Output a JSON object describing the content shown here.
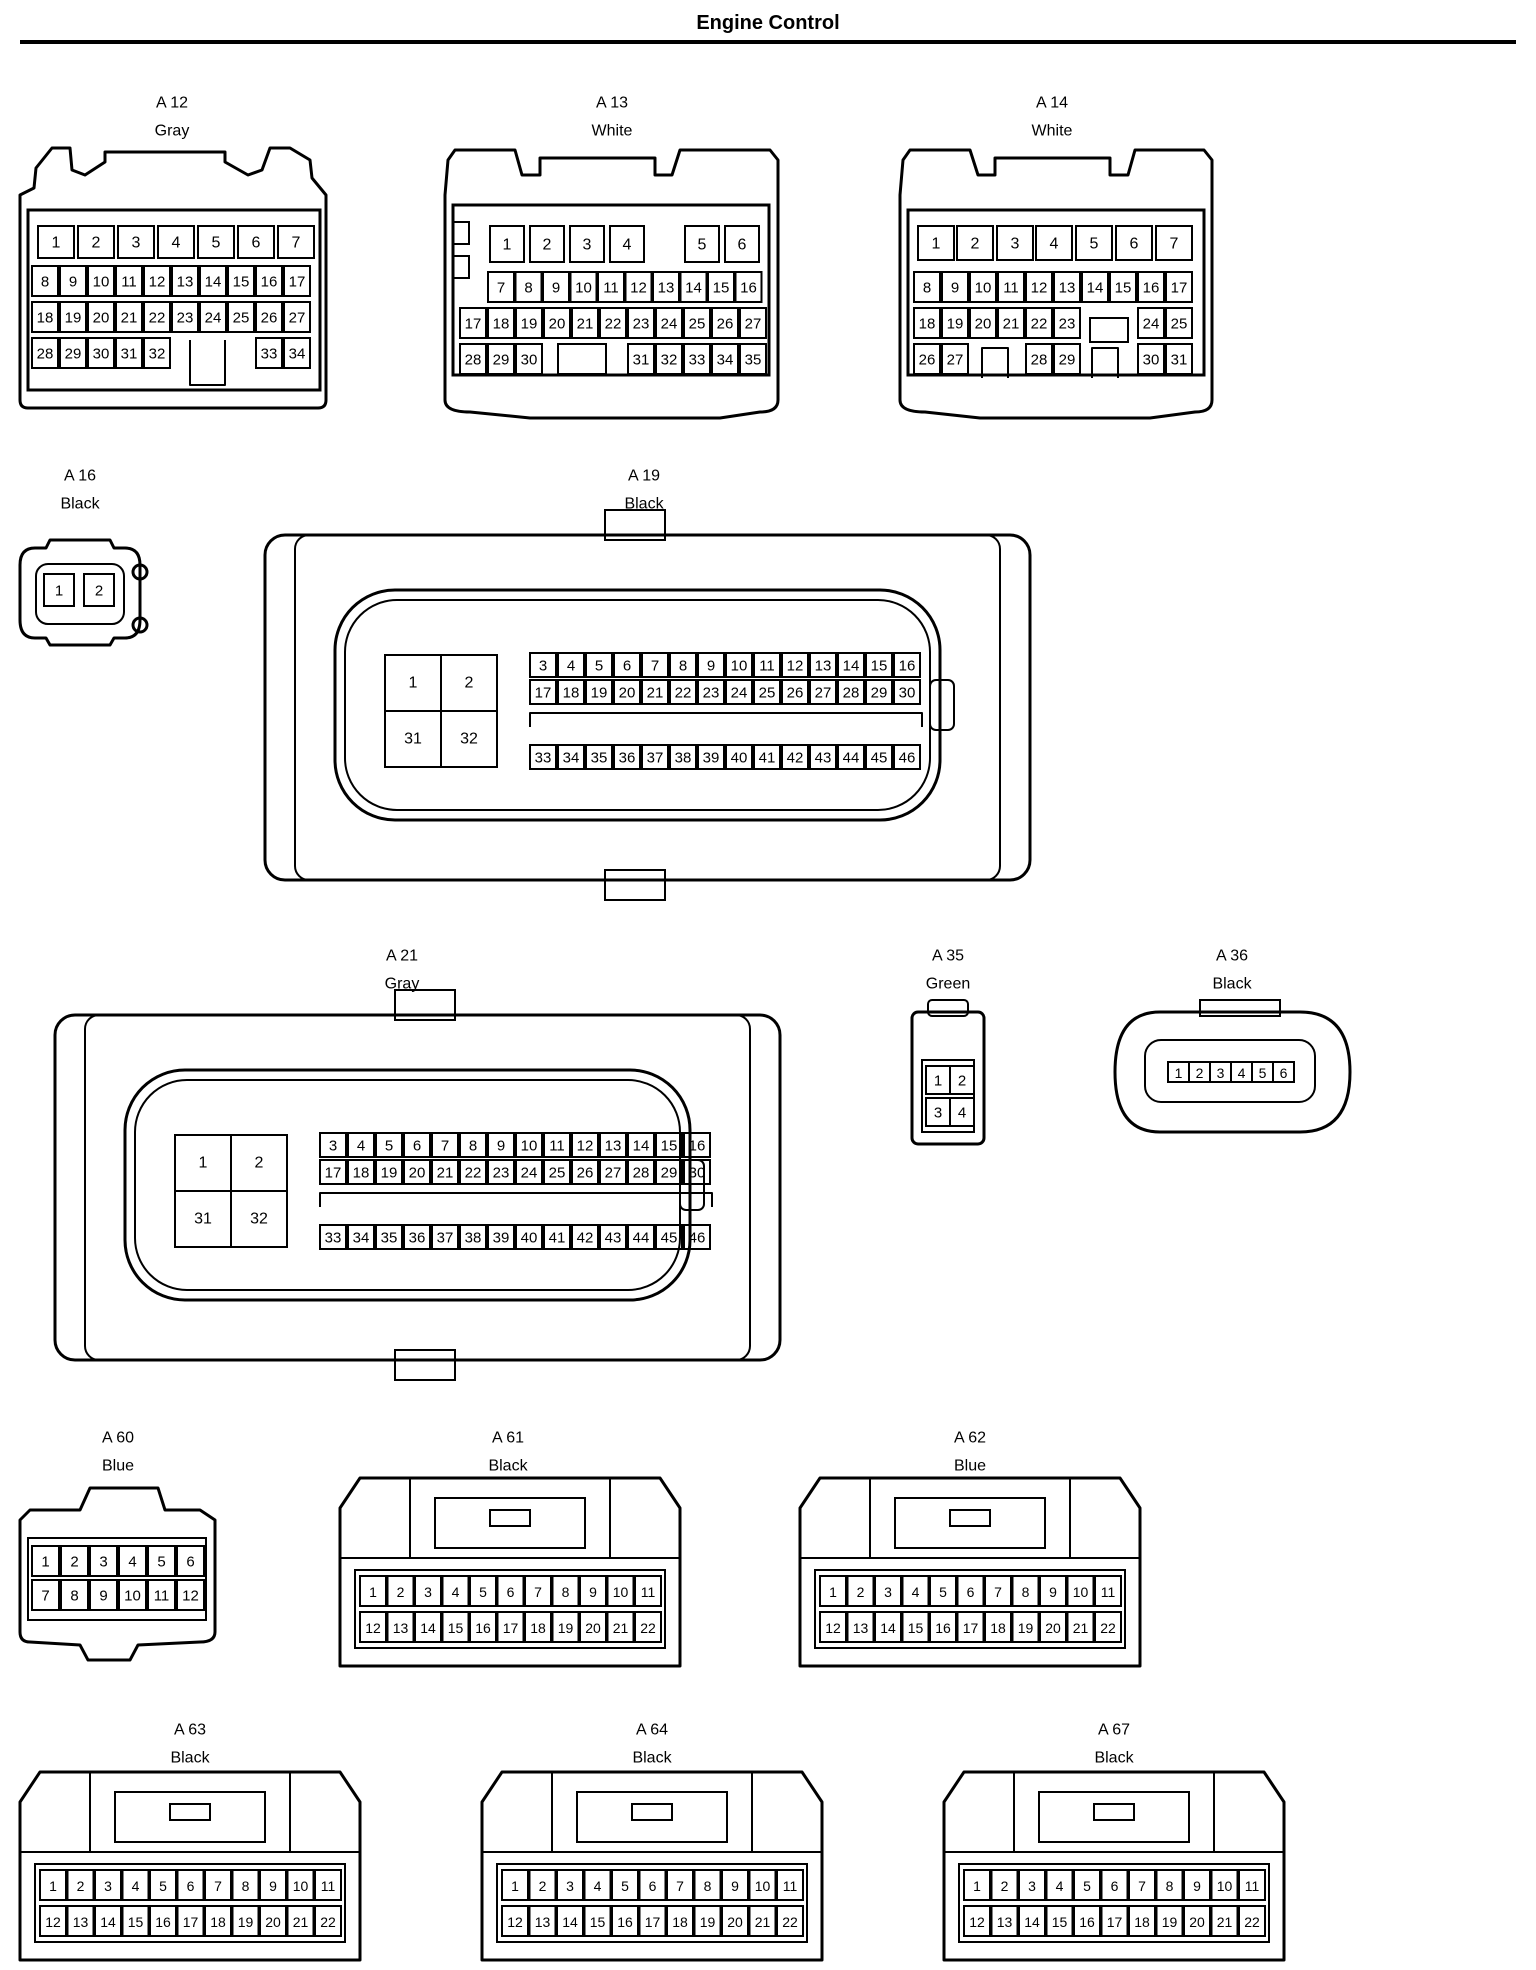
{
  "title": "Engine Control",
  "connectors": [
    {
      "id": "A12",
      "label": "A 12",
      "color": "Gray",
      "rows": [
        [
          "1",
          "2",
          "3",
          "4",
          "5",
          "6",
          "7"
        ],
        [
          "8",
          "9",
          "10",
          "11",
          "12",
          "13",
          "14",
          "15",
          "16",
          "17"
        ],
        [
          "18",
          "19",
          "20",
          "21",
          "22",
          "23",
          "24",
          "25",
          "26",
          "27"
        ],
        [
          "28",
          "29",
          "30",
          "31",
          "32",
          "",
          "",
          "",
          "33",
          "34"
        ]
      ]
    },
    {
      "id": "A13",
      "label": "A 13",
      "color": "White",
      "rows": [
        [
          "1",
          "2",
          "3",
          "4",
          "",
          "5",
          "6"
        ],
        [
          "7",
          "8",
          "9",
          "10",
          "11",
          "12",
          "13",
          "14",
          "15",
          "16"
        ],
        [
          "17",
          "18",
          "19",
          "20",
          "21",
          "22",
          "23",
          "24",
          "25",
          "26",
          "27"
        ],
        [
          "28",
          "29",
          "30",
          "",
          "",
          "",
          "31",
          "32",
          "33",
          "34",
          "35"
        ]
      ]
    },
    {
      "id": "A14",
      "label": "A 14",
      "color": "White",
      "rows": [
        [
          "1",
          "2",
          "3",
          "4",
          "5",
          "6",
          "7"
        ],
        [
          "8",
          "9",
          "10",
          "11",
          "12",
          "13",
          "14",
          "15",
          "16",
          "17"
        ],
        [
          "18",
          "19",
          "20",
          "21",
          "22",
          "23",
          "",
          "",
          "24",
          "25"
        ],
        [
          "26",
          "27",
          "",
          "28",
          "29",
          "",
          "",
          "",
          "30",
          "31"
        ]
      ]
    },
    {
      "id": "A16",
      "label": "A 16",
      "color": "Black",
      "rows": [
        [
          "1",
          "2"
        ]
      ]
    },
    {
      "id": "A19",
      "label": "A 19",
      "color": "Black",
      "big": [
        [
          "1",
          "2"
        ],
        [
          "31",
          "32"
        ]
      ],
      "rows": [
        [
          "3",
          "4",
          "5",
          "6",
          "7",
          "8",
          "9",
          "10",
          "11",
          "12",
          "13",
          "14",
          "15",
          "16"
        ],
        [
          "17",
          "18",
          "19",
          "20",
          "21",
          "22",
          "23",
          "24",
          "25",
          "26",
          "27",
          "28",
          "29",
          "30"
        ],
        [
          "33",
          "34",
          "35",
          "36",
          "37",
          "38",
          "39",
          "40",
          "41",
          "42",
          "43",
          "44",
          "45",
          "46"
        ]
      ]
    },
    {
      "id": "A21",
      "label": "A 21",
      "color": "Gray",
      "big": [
        [
          "1",
          "2"
        ],
        [
          "31",
          "32"
        ]
      ],
      "rows": [
        [
          "3",
          "4",
          "5",
          "6",
          "7",
          "8",
          "9",
          "10",
          "11",
          "12",
          "13",
          "14",
          "15",
          "16"
        ],
        [
          "17",
          "18",
          "19",
          "20",
          "21",
          "22",
          "23",
          "24",
          "25",
          "26",
          "27",
          "28",
          "29",
          "30"
        ],
        [
          "33",
          "34",
          "35",
          "36",
          "37",
          "38",
          "39",
          "40",
          "41",
          "42",
          "43",
          "44",
          "45",
          "46"
        ]
      ]
    },
    {
      "id": "A35",
      "label": "A 35",
      "color": "Green",
      "rows": [
        [
          "1",
          "2"
        ],
        [
          "3",
          "4"
        ]
      ]
    },
    {
      "id": "A36",
      "label": "A 36",
      "color": "Black",
      "rows": [
        [
          "1",
          "2",
          "3",
          "4",
          "5",
          "6"
        ]
      ]
    },
    {
      "id": "A60",
      "label": "A 60",
      "color": "Blue",
      "rows": [
        [
          "1",
          "2",
          "3",
          "4",
          "5",
          "6"
        ],
        [
          "7",
          "8",
          "9",
          "10",
          "11",
          "12"
        ]
      ]
    },
    {
      "id": "A61",
      "label": "A 61",
      "color": "Black",
      "rows": [
        [
          "1",
          "2",
          "3",
          "4",
          "5",
          "6",
          "7",
          "8",
          "9",
          "10",
          "11"
        ],
        [
          "12",
          "13",
          "14",
          "15",
          "16",
          "17",
          "18",
          "19",
          "20",
          "21",
          "22"
        ]
      ]
    },
    {
      "id": "A62",
      "label": "A 62",
      "color": "Blue",
      "rows": [
        [
          "1",
          "2",
          "3",
          "4",
          "5",
          "6",
          "7",
          "8",
          "9",
          "10",
          "11"
        ],
        [
          "12",
          "13",
          "14",
          "15",
          "16",
          "17",
          "18",
          "19",
          "20",
          "21",
          "22"
        ]
      ]
    },
    {
      "id": "A63",
      "label": "A 63",
      "color": "Black",
      "rows": [
        [
          "1",
          "2",
          "3",
          "4",
          "5",
          "6",
          "7",
          "8",
          "9",
          "10",
          "11"
        ],
        [
          "12",
          "13",
          "14",
          "15",
          "16",
          "17",
          "18",
          "19",
          "20",
          "21",
          "22"
        ]
      ]
    },
    {
      "id": "A64",
      "label": "A 64",
      "color": "Black",
      "rows": [
        [
          "1",
          "2",
          "3",
          "4",
          "5",
          "6",
          "7",
          "8",
          "9",
          "10",
          "11"
        ],
        [
          "12",
          "13",
          "14",
          "15",
          "16",
          "17",
          "18",
          "19",
          "20",
          "21",
          "22"
        ]
      ]
    },
    {
      "id": "A67",
      "label": "A 67",
      "color": "Black",
      "rows": [
        [
          "1",
          "2",
          "3",
          "4",
          "5",
          "6",
          "7",
          "8",
          "9",
          "10",
          "11"
        ],
        [
          "12",
          "13",
          "14",
          "15",
          "16",
          "17",
          "18",
          "19",
          "20",
          "21",
          "22"
        ]
      ]
    }
  ]
}
